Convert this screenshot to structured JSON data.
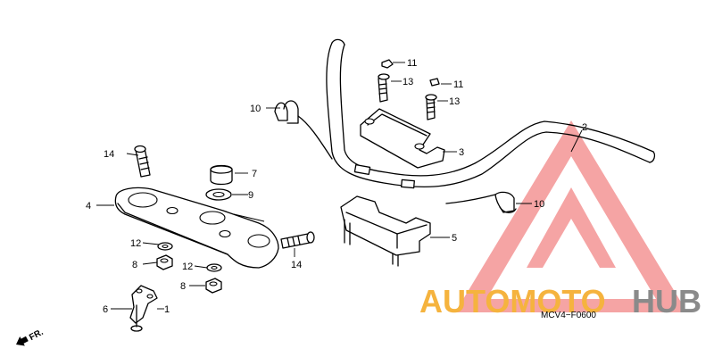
{
  "callouts": {
    "c1": "1",
    "c2": "2",
    "c3": "3",
    "c4": "4",
    "c5": "5",
    "c6": "6",
    "c7": "7",
    "c8a": "8",
    "c8b": "8",
    "c9": "9",
    "c10a": "10",
    "c10b": "10",
    "c11a": "11",
    "c11b": "11",
    "c12a": "12",
    "c12b": "12",
    "c13a": "13",
    "c13b": "13",
    "c14a": "14",
    "c14b": "14"
  },
  "diagram_code": "MCV4−F0600",
  "direction_label": "FR.",
  "watermark": {
    "word_auto": "AUTOMOTO",
    "word_hub": "HUB",
    "colors": {
      "auto": "#f5b33e",
      "hub": "#8a8a8a",
      "triangle": "#ee5a5a"
    },
    "logo": "triangle-logo"
  }
}
